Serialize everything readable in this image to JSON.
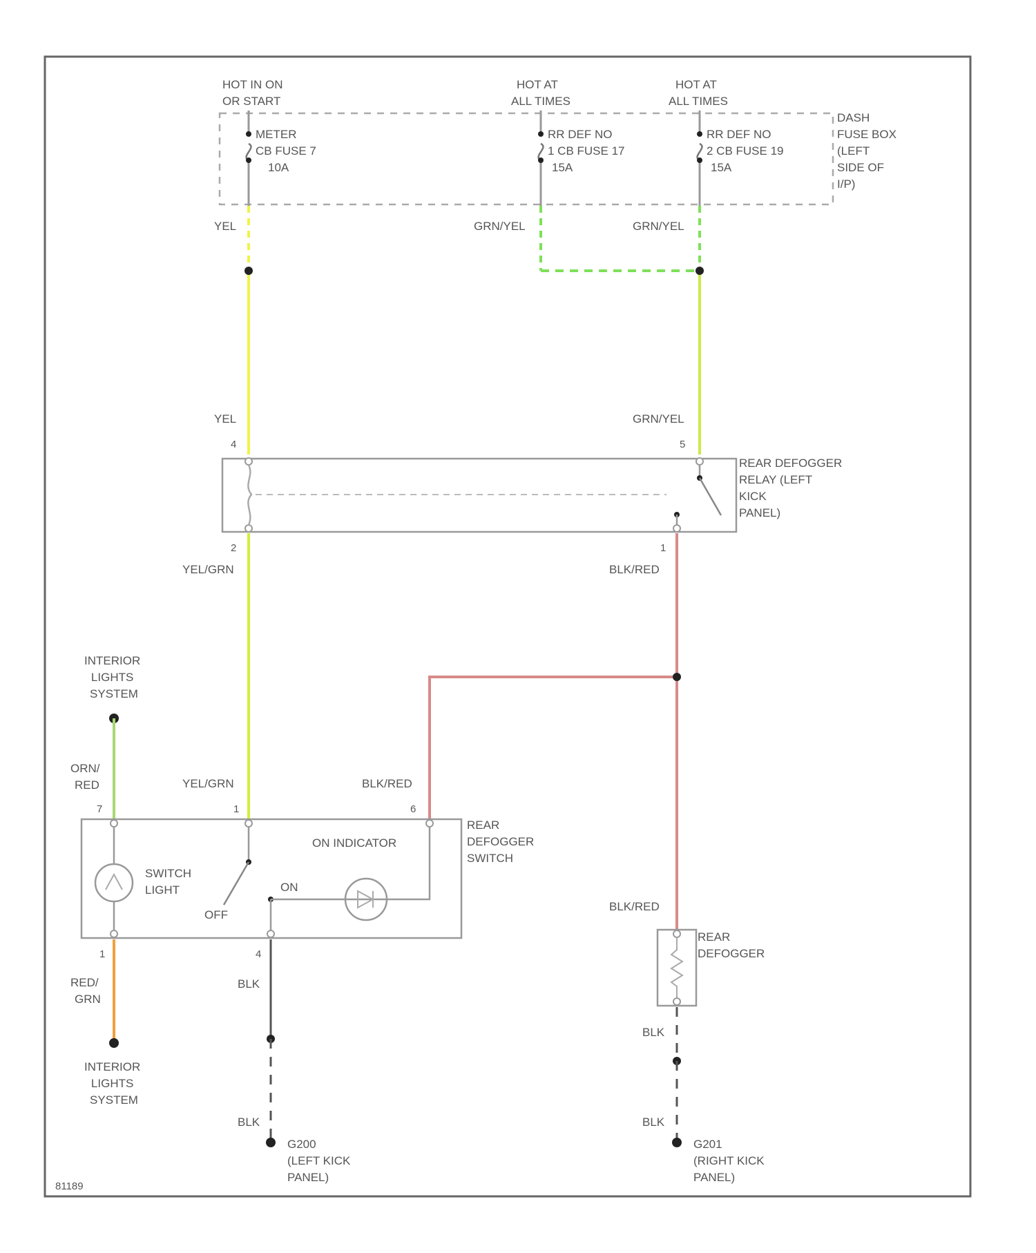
{
  "sources": {
    "hot_run_start": [
      "HOT IN ON",
      "OR START"
    ],
    "hot_all_1": [
      "HOT AT",
      "ALL TIMES"
    ],
    "hot_all_2": [
      "HOT AT",
      "ALL TIMES"
    ]
  },
  "fuses": {
    "meter": [
      "METER",
      "CB FUSE 7",
      "10A"
    ],
    "rr_def_1": [
      "RR DEF NO",
      "1 CB FUSE 17",
      "15A"
    ],
    "rr_def_2": [
      "RR DEF NO",
      "2 CB FUSE 19",
      "15A"
    ]
  },
  "fuse_box": [
    "DASH",
    "FUSE BOX",
    "(LEFT",
    "SIDE OF",
    "I/P)"
  ],
  "wires": {
    "yel_top": "YEL",
    "grn_yel_left": "GRN/YEL",
    "grn_yel_right": "GRN/YEL",
    "yel_mid": "YEL",
    "grn_yel_mid": "GRN/YEL",
    "yel_grn_relay": "YEL/GRN",
    "blk_red_relay": "BLK/RED",
    "orn_red": [
      "ORN/",
      "RED"
    ],
    "yel_grn_switch": "YEL/GRN",
    "blk_red_switch": "BLK/RED",
    "red_grn": [
      "RED/",
      "GRN"
    ],
    "blk_switch": "BLK",
    "blk_red_defogger": "BLK/RED",
    "blk_defogger": "BLK",
    "blk_g_left": "BLK",
    "blk_g_right": "BLK"
  },
  "pins": {
    "relay_4": "4",
    "relay_5": "5",
    "relay_2": "2",
    "relay_1": "1",
    "sw_7": "7",
    "sw_1": "1",
    "sw_6": "6",
    "sw_ill": "1",
    "sw_gnd": "4"
  },
  "components": {
    "relay": [
      "REAR DEFOGGER",
      "RELAY (LEFT",
      "KICK",
      "PANEL)"
    ],
    "switch": [
      "REAR",
      "DEFOGGER",
      "SWITCH"
    ],
    "on_indicator": "ON INDICATOR",
    "switch_light": [
      "SWITCH",
      "LIGHT"
    ],
    "off": "OFF",
    "on": "ON",
    "defogger": [
      "REAR",
      "DEFOGGER"
    ],
    "interior_top": [
      "INTERIOR",
      "LIGHTS",
      "SYSTEM"
    ],
    "interior_bottom": [
      "INTERIOR",
      "LIGHTS",
      "SYSTEM"
    ]
  },
  "grounds": {
    "g_left": [
      "G200",
      "(LEFT KICK",
      "PANEL)"
    ],
    "g_right": [
      "G201",
      "(RIGHT KICK",
      "PANEL)"
    ]
  },
  "figure_id": "81189",
  "colors": {
    "yellow": "#f2f24a",
    "yellow_green": "#d2f03c",
    "green": "#7ee05a",
    "red": "#d88a8a",
    "orange": "#f0a040"
  }
}
